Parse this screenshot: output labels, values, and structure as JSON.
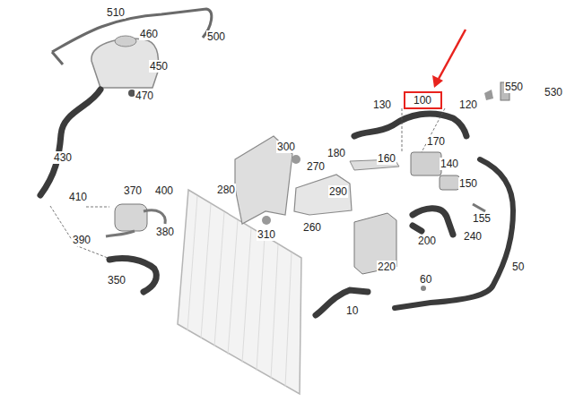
{
  "diagram": {
    "nodes": [
      {
        "text": [
          "100"
        ]
      }
    ],
    "labels": [
      "510",
      "460",
      "500",
      "450",
      "470",
      "430",
      "410",
      "370",
      "400",
      "390",
      "380",
      "350",
      "280",
      "300",
      "270",
      "180",
      "290",
      "310",
      "260",
      "130",
      "120",
      "550",
      "530",
      "170",
      "160",
      "140",
      "150",
      "155",
      "240",
      "200",
      "220",
      "60",
      "10",
      "50"
    ]
  }
}
